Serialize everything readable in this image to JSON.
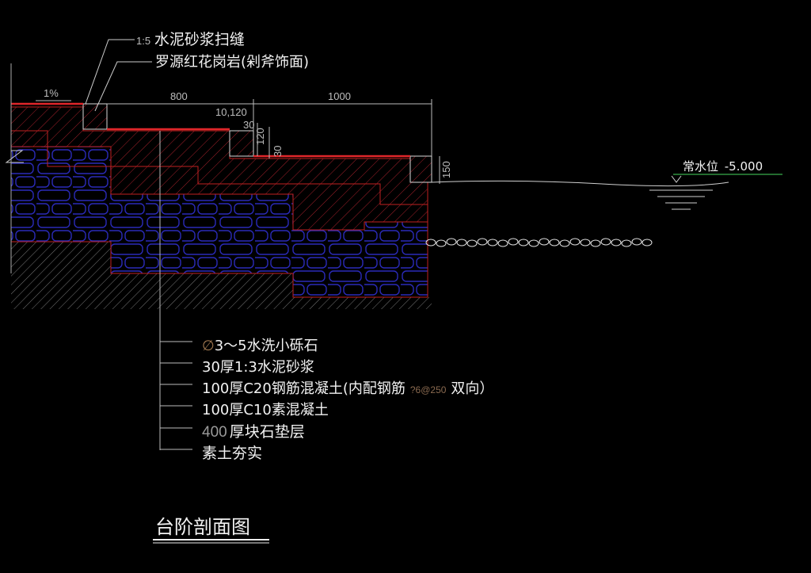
{
  "callouts": {
    "joint": {
      "prefix": "1:5",
      "text": "水泥砂浆扫缝"
    },
    "finish": "罗源红花岗岩(剁斧饰面)"
  },
  "dimensions": {
    "slope": "1%",
    "tread1": "800",
    "tread2": "1000",
    "detail_a": "10,120",
    "detail_b": "30",
    "detail_c": "120",
    "detail_d": "30",
    "riser": "150"
  },
  "water_level": {
    "label": "常水位",
    "value": "-5.000"
  },
  "layers": [
    {
      "prefix": "∅",
      "text": "3～5水洗小砾石"
    },
    {
      "prefix": "",
      "text": "30厚1:3水泥砂浆"
    },
    {
      "prefix": "",
      "text": "100厚C20钢筋混凝土(内配钢筋",
      "note": "?6@250",
      "suffix": "双向）"
    },
    {
      "prefix": "",
      "text": "100厚C10素混凝土"
    },
    {
      "prefix": "400",
      "text": "厚块石垫层"
    },
    {
      "prefix": "",
      "text": "素土夯实"
    }
  ],
  "title": "台阶剖面图",
  "colors": {
    "paving": "#e0262a",
    "hatch": "#b0202a",
    "stone": "#2a2ab8",
    "water_line": "#2f8f3f",
    "text": "#f2f2f2"
  }
}
